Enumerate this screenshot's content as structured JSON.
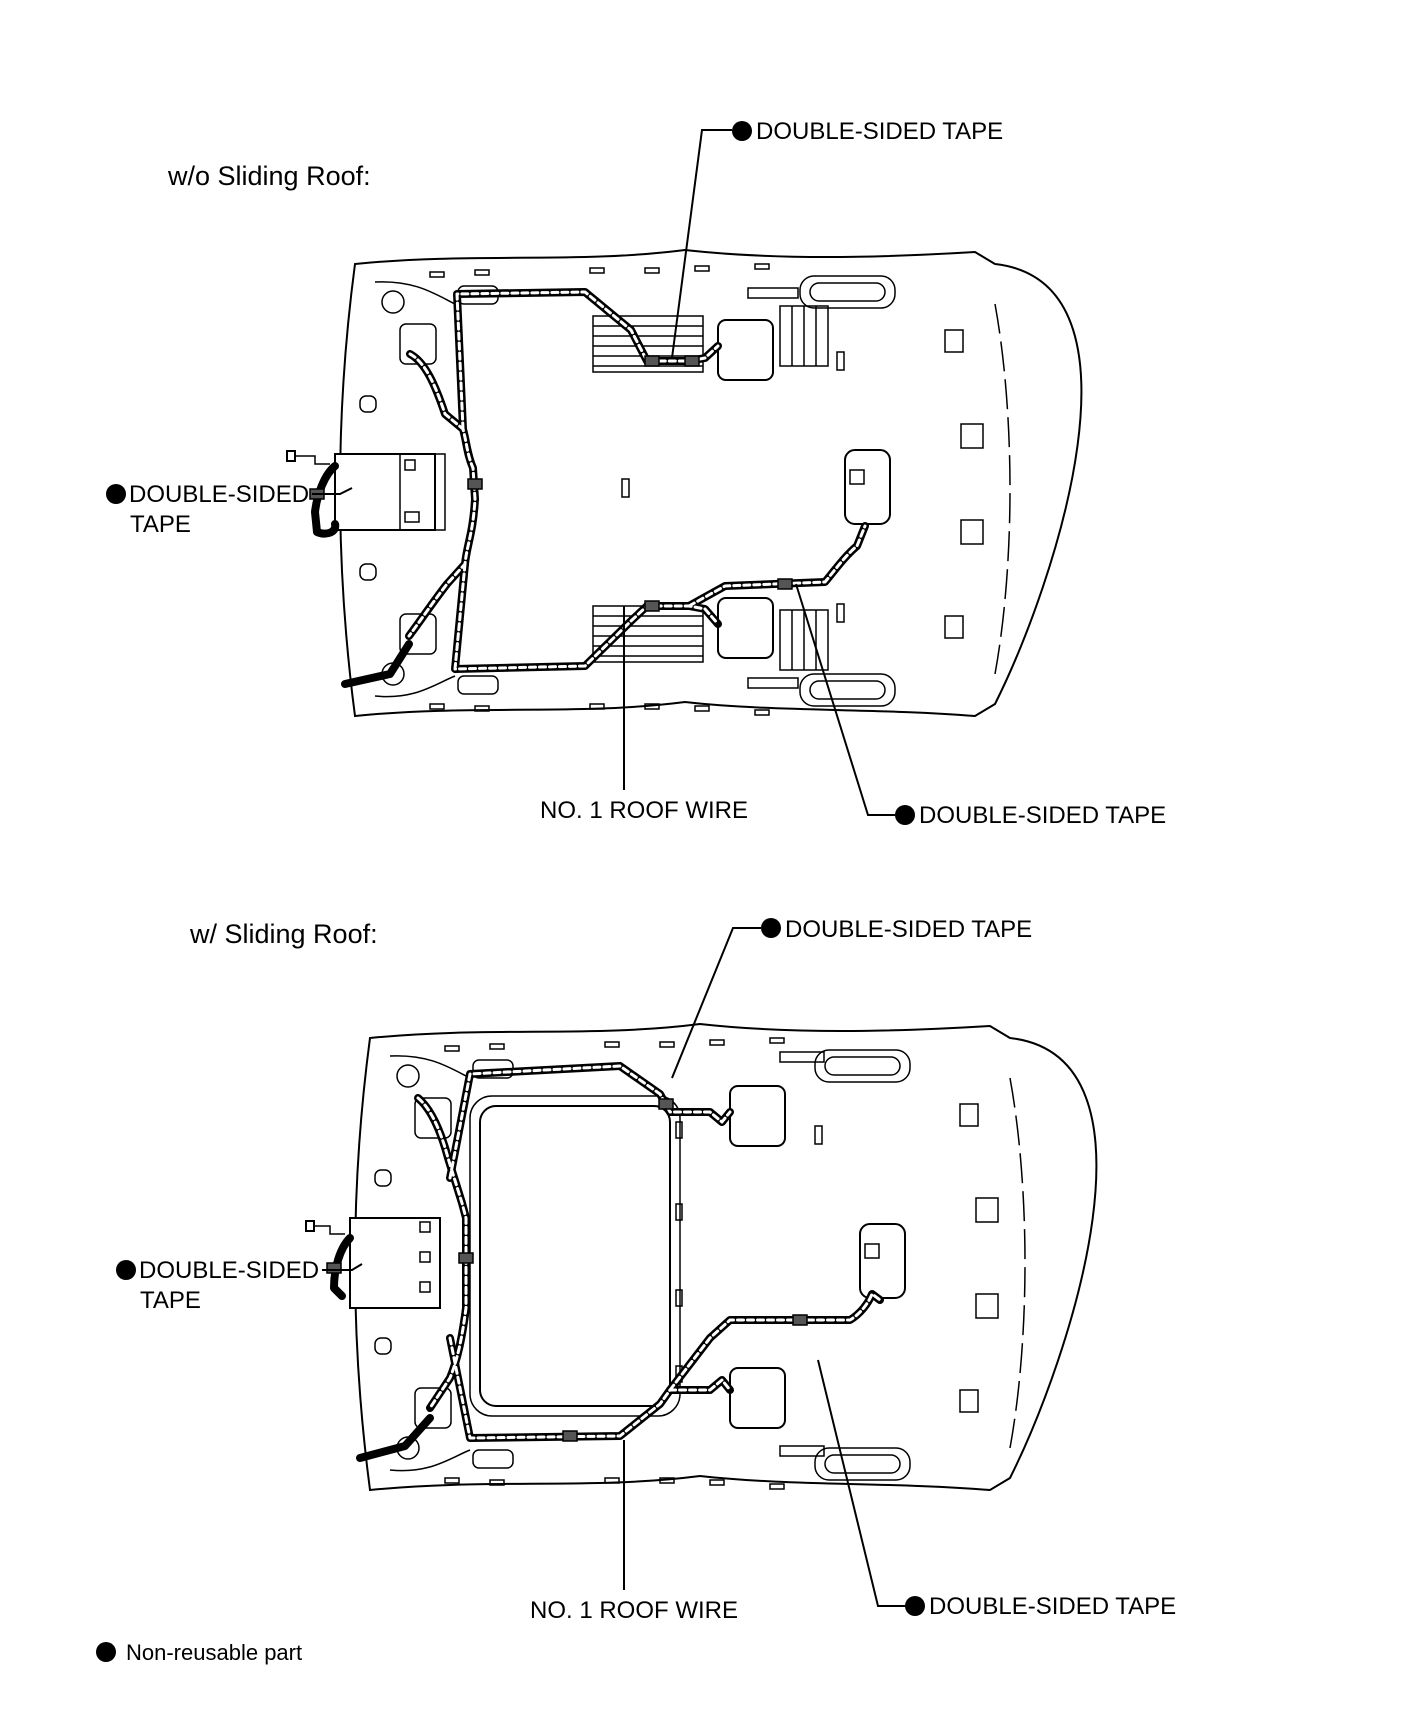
{
  "diagrams": [
    {
      "title": "w/o Sliding Roof:",
      "callouts": {
        "top_tape": "DOUBLE-SIDED TAPE",
        "left_tape_line1": "DOUBLE-SIDED",
        "left_tape_line2": "TAPE",
        "roof_wire": "NO. 1 ROOF WIRE",
        "bottom_tape": "DOUBLE-SIDED TAPE"
      }
    },
    {
      "title": "w/ Sliding Roof:",
      "callouts": {
        "top_tape": "DOUBLE-SIDED TAPE",
        "left_tape_line1": "DOUBLE-SIDED",
        "left_tape_line2": "TAPE",
        "roof_wire": "NO. 1 ROOF WIRE",
        "bottom_tape": "DOUBLE-SIDED TAPE"
      }
    }
  ],
  "legend": {
    "symbol": "black-filled-circle",
    "text": "Non-reusable part"
  }
}
